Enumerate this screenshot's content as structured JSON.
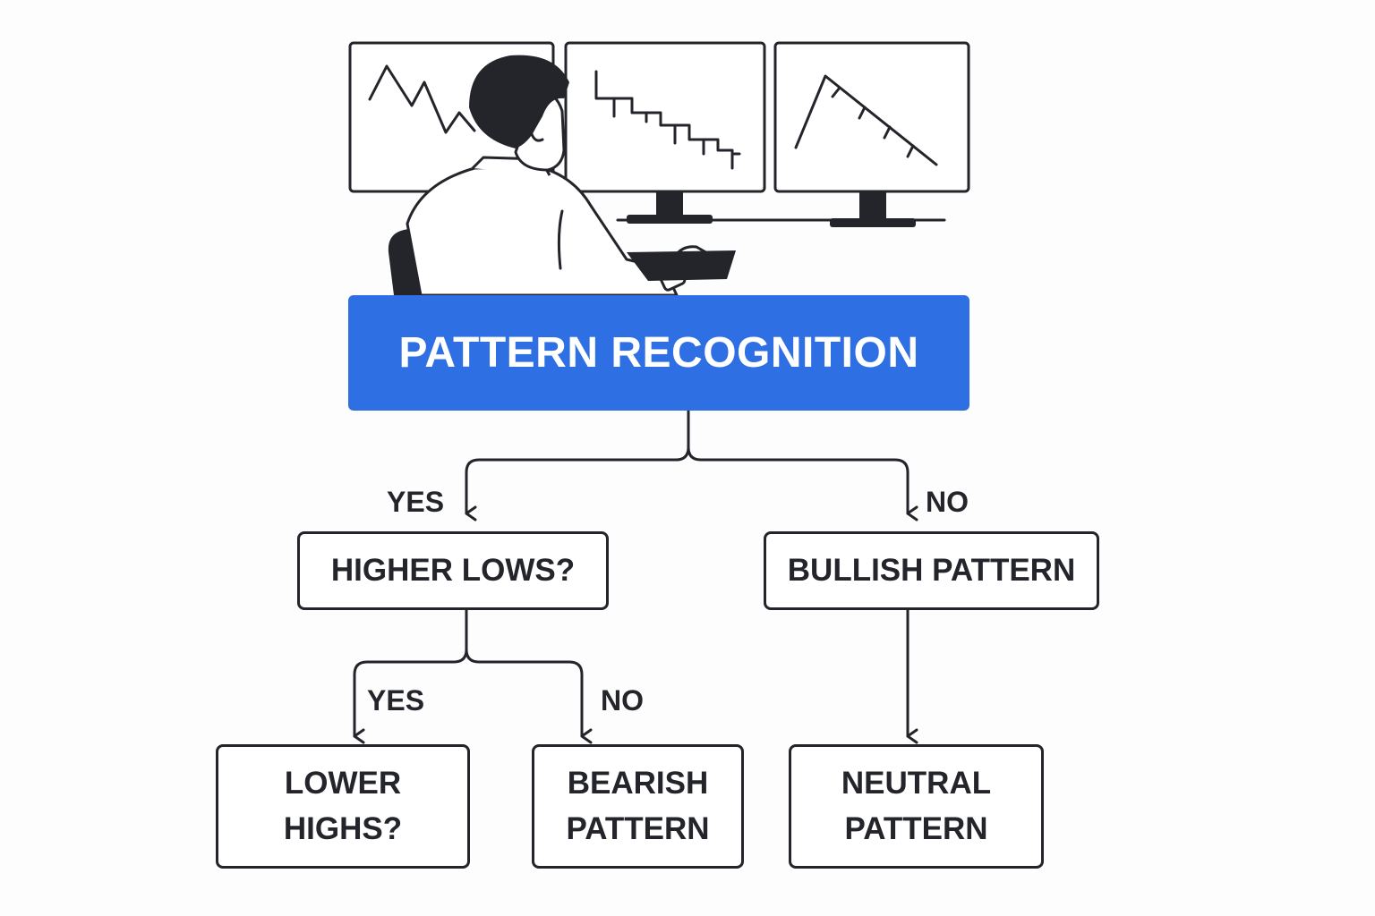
{
  "diagram": {
    "title": "PATTERN RECOGNITION",
    "nodes": {
      "higher_lows": {
        "lines": [
          "HIGHER LOWS?"
        ]
      },
      "bullish": {
        "lines": [
          "BULLISH PATTERN"
        ]
      },
      "lower_highs": {
        "lines": [
          "LOWER",
          "HIGHS?"
        ]
      },
      "bearish": {
        "lines": [
          "BEARISH",
          "PATTERN"
        ]
      },
      "neutral": {
        "lines": [
          "NEUTRAL",
          "PATTERN"
        ]
      }
    },
    "edge_labels": {
      "yes_top": "YES",
      "no_top": "NO",
      "yes_bottom": "YES",
      "no_bottom": "NO"
    }
  },
  "illustration": {
    "subject": "trader-at-desk",
    "icons": [
      "person-icon",
      "chair-icon",
      "keyboard-icon",
      "monitor-icon"
    ]
  },
  "colors": {
    "accent": "#2f6fe4",
    "ink": "#23252b",
    "background": "#fdfdfd"
  }
}
